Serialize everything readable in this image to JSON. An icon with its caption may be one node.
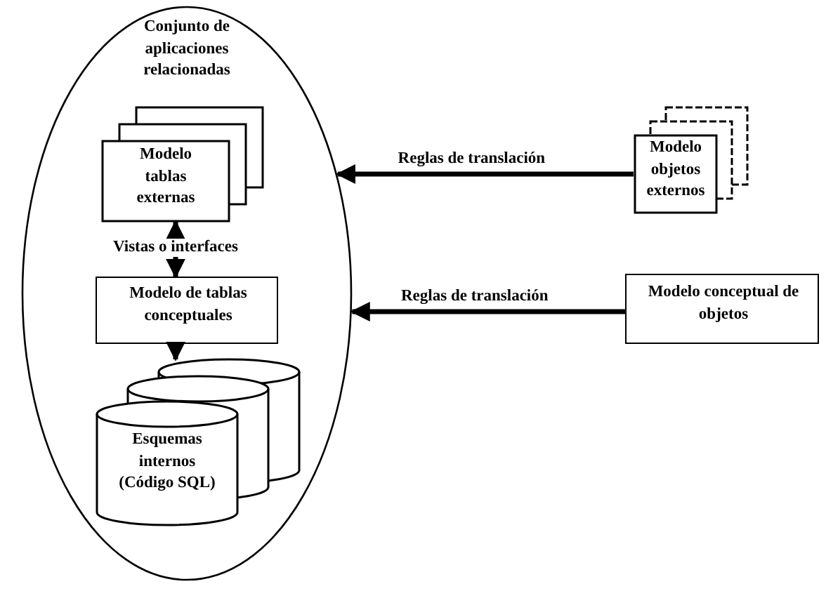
{
  "diagram": {
    "nodes": [
      {
        "text": [
          "Conjunto de aplicaciones relacionadas"
        ]
      },
      {
        "text": [
          "Modelo tablas externas"
        ],
        "in": 0
      },
      {
        "text": [
          "Modelo de tablas conceptuales"
        ],
        "in": 0
      },
      {
        "text": [
          "Esquemas internos (Código SQL)"
        ],
        "in": 0
      },
      {
        "text": [
          "Modelo objetos externos"
        ]
      },
      {
        "text": [
          "Modelo conceptual de objetos"
        ]
      }
    ],
    "edges": [
      {
        "from": 1,
        "to": 2,
        "arrow": "both",
        "label": "Vistas o interfaces"
      },
      {
        "from": 2,
        "to": 3,
        "arrow": "to"
      },
      {
        "from": 4,
        "to": 0,
        "arrow": "to",
        "label": "Reglas de translación"
      },
      {
        "from": 5,
        "to": 0,
        "arrow": "to",
        "label": "Reglas de translación"
      }
    ]
  }
}
